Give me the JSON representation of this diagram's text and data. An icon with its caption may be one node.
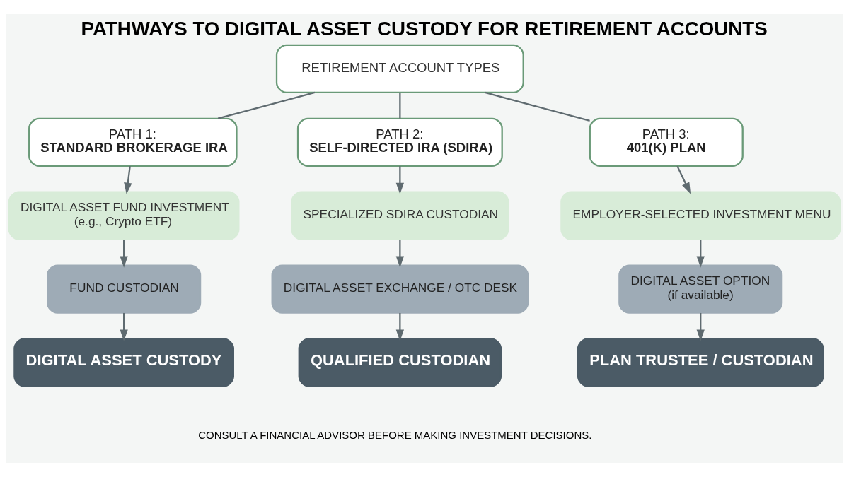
{
  "diagram": {
    "title": "PATHWAYS TO DIGITAL ASSET CUSTODY FOR RETIREMENT ACCOUNTS",
    "caption": "CONSULT A FINANCIAL ADVISOR BEFORE MAKING INVESTMENT DECISIONS.",
    "nodes": [
      {
        "text": [
          "RETIREMENT ACCOUNT TYPES"
        ]
      },
      {
        "text": [
          "PATH 1:",
          "STANDARD BROKERAGE IRA"
        ]
      },
      {
        "text": [
          "PATH 2:",
          "SELF-DIRECTED IRA (SDIRA)"
        ]
      },
      {
        "text": [
          "PATH 3:",
          "401(K) PLAN"
        ]
      },
      {
        "text": [
          "DIGITAL ASSET FUND INVESTMENT",
          "(e.g., Crypto ETF)"
        ]
      },
      {
        "text": [
          "SPECIALIZED SDIRA CUSTODIAN"
        ]
      },
      {
        "text": [
          "EMPLOYER-SELECTED INVESTMENT MENU"
        ]
      },
      {
        "text": [
          "FUND CUSTODIAN"
        ]
      },
      {
        "text": [
          "DIGITAL ASSET EXCHANGE / OTC DESK"
        ]
      },
      {
        "text": [
          "DIGITAL ASSET OPTION",
          "(if available)"
        ]
      },
      {
        "text": [
          "DIGITAL ASSET CUSTODY"
        ]
      },
      {
        "text": [
          "QUALIFIED CUSTODIAN"
        ]
      },
      {
        "text": [
          "PLAN TRUSTEE / CUSTODIAN"
        ]
      }
    ],
    "edges": [
      {
        "from": 0,
        "to": 1,
        "arrow": "none"
      },
      {
        "from": 0,
        "to": 2,
        "arrow": "none"
      },
      {
        "from": 0,
        "to": 3,
        "arrow": "none"
      },
      {
        "from": 1,
        "to": 4,
        "arrow": "to"
      },
      {
        "from": 2,
        "to": 5,
        "arrow": "to"
      },
      {
        "from": 3,
        "to": 6,
        "arrow": "to"
      },
      {
        "from": 4,
        "to": 7,
        "arrow": "to"
      },
      {
        "from": 5,
        "to": 8,
        "arrow": "to"
      },
      {
        "from": 6,
        "to": 9,
        "arrow": "to"
      },
      {
        "from": 7,
        "to": 10,
        "arrow": "to"
      },
      {
        "from": 8,
        "to": 11,
        "arrow": "to"
      },
      {
        "from": 9,
        "to": 12,
        "arrow": "to"
      }
    ]
  }
}
